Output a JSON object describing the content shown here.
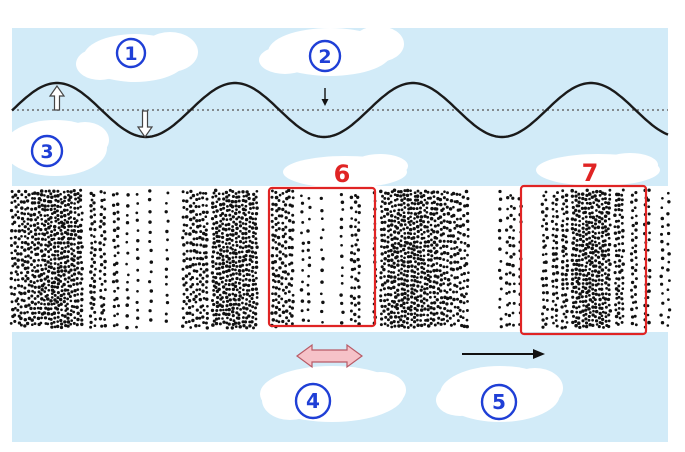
{
  "labels": {
    "crest": "1",
    "rest_position": "2",
    "trough": "3",
    "wavelength": "4",
    "direction": "5",
    "rarefaction": "6",
    "compression": "7"
  },
  "colors": {
    "sky": "#d2ebf8",
    "cloud": "#ffffff",
    "blue_marker": "#1f3fd6",
    "red_marker": "#e02424",
    "wave_line": "#1a1a1a",
    "particle": "#111111",
    "wavelength_arrow_fill": "#f6c2c8",
    "wavelength_arrow_stroke": "#b85a66"
  },
  "icons": {
    "up_arrow": "hollow-up-arrow-icon",
    "down_arrow": "hollow-down-arrow-icon",
    "small_arrow": "small-down-arrow-icon",
    "wavelength": "double-arrow-icon",
    "direction": "right-arrow-icon"
  }
}
